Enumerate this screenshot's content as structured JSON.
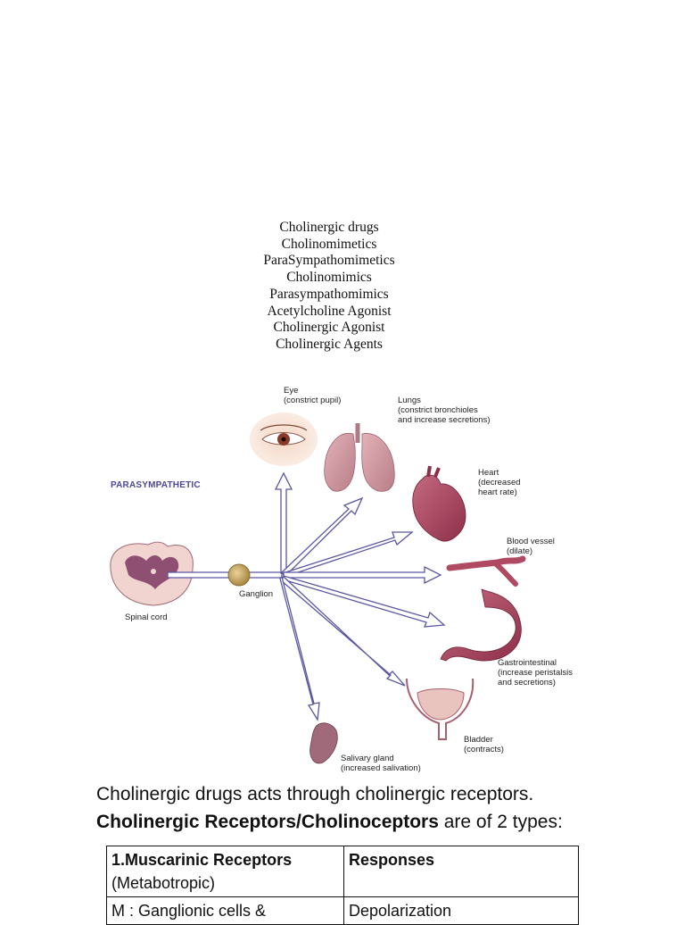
{
  "synonyms": [
    "Cholinergic drugs",
    "Cholinomimetics",
    "ParaSympathomimetics",
    "Cholinomimics",
    "Parasympathomimics",
    "Acetylcholine Agonist",
    "Cholinergic Agonist",
    "Cholinergic Agents"
  ],
  "figure": {
    "heading": "PARASYMPATHETIC",
    "spinal_cord": "Spinal cord",
    "ganglion": "Ganglion",
    "eye": [
      "Eye",
      "(constrict pupil)"
    ],
    "lungs": [
      "Lungs",
      "(constrict bronchioles",
      "and increase secretions)"
    ],
    "heart": [
      "Heart",
      "(decreased",
      "heart rate)"
    ],
    "blood_vessel": [
      "Blood vessel",
      "(dilate)"
    ],
    "gi": [
      "Gastrointestinal",
      "(increase peristalsis",
      "and secretions)"
    ],
    "bladder": [
      "Bladder",
      "(contracts)"
    ],
    "salivary": [
      "Salivary gland",
      "(increased salivation)"
    ],
    "colors": {
      "arrow_fill": "#ffffff",
      "arrow_stroke": "#5a56a0",
      "organ": "#b04a62",
      "heading": "#4b4796"
    }
  },
  "text": {
    "line1": "Cholinergic drugs acts through cholinergic receptors.",
    "line2_bold": "Cholinergic Receptors/Cholinoceptors",
    "line2_rest": " are of 2 types:"
  },
  "table": {
    "header_left_bold": "1.Muscarinic Receptors",
    "header_left_rest": "(Metabotropic)",
    "header_right": "Responses",
    "row1_left": "M : Ganglionic cells &",
    "row1_right": "Depolarization"
  }
}
